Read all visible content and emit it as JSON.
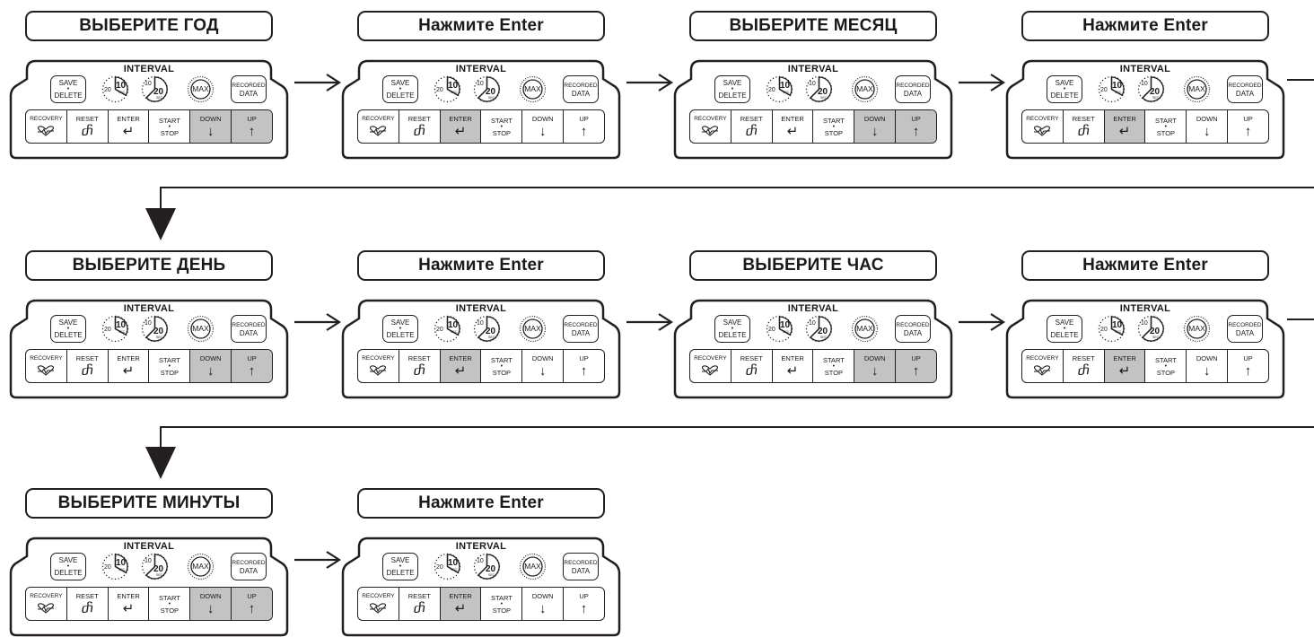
{
  "steps": [
    {
      "label": "ВЫБЕРИТЕ ГОД",
      "highlight": [
        "down",
        "up"
      ]
    },
    {
      "label": "Нажмите Enter",
      "highlight": [
        "enter"
      ]
    },
    {
      "label": "ВЫБЕРИТЕ МЕСЯЦ",
      "highlight": [
        "down",
        "up"
      ]
    },
    {
      "label": "Нажмите Enter",
      "highlight": [
        "enter"
      ]
    },
    {
      "label": "ВЫБЕРИТЕ ДЕНЬ",
      "highlight": [
        "down",
        "up"
      ]
    },
    {
      "label": "Нажмите Enter",
      "highlight": [
        "enter"
      ]
    },
    {
      "label": "ВЫБЕРИТЕ ЧАС",
      "highlight": [
        "down",
        "up"
      ]
    },
    {
      "label": "Нажмите Enter",
      "highlight": [
        "enter"
      ]
    },
    {
      "label": "ВЫБЕРИТЕ МИНУТЫ",
      "highlight": [
        "down",
        "up"
      ]
    },
    {
      "label": "Нажмите Enter",
      "highlight": [
        "enter"
      ]
    }
  ],
  "console": {
    "interval_label": "INTERVAL",
    "save_top": "SAVE",
    "save_bottom": "DELETE",
    "dial_10": "10",
    "dial_20": "20",
    "dial_sec": "SEC.",
    "max_label": "MAX",
    "recorded_top": "RECORDED",
    "recorded_bottom": "DATA",
    "buttons": {
      "recovery": "RECOVERY",
      "reset": "RESET",
      "enter": "ENTER",
      "start": "START",
      "stop": "STOP",
      "down": "DOWN",
      "up": "UP"
    },
    "icons": {
      "recovery": "heart-pulse-icon",
      "reset": "reset-curl-icon",
      "enter": "return-arrow-icon",
      "down": "down-arrow-icon",
      "up": "up-arrow-icon"
    }
  },
  "colors": {
    "highlight": "#c3c3c3",
    "line": "#231f20"
  }
}
